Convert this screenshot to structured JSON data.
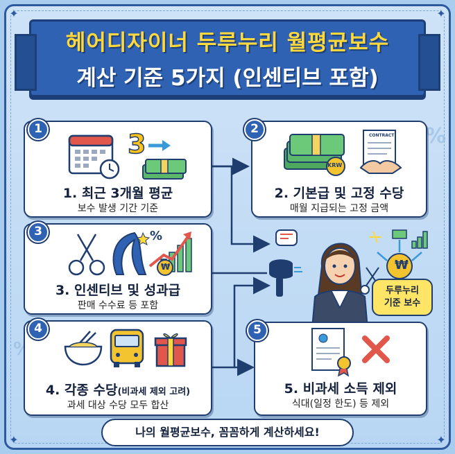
{
  "title": {
    "line1": "헤어디자이너 두루누리 월평균보수",
    "line2": "계산 기준 5가지 (인센티브 포함)"
  },
  "items": [
    {
      "number": "1",
      "title": "1. 최근 3개월 평균",
      "subtitle": "보수 발생 기간 기준"
    },
    {
      "number": "2",
      "title": "2. 기본급 및 고정 수당",
      "subtitle": "매월 지급되는 고정 금액"
    },
    {
      "number": "3",
      "title": "3. 인센티브 및 성과급",
      "subtitle": "판매 수수료 등 포함"
    },
    {
      "number": "4",
      "title": "4. 각종 수당",
      "title_note": "(비과세 제외 고려)",
      "subtitle": "과세 대상 수당 모두 합산"
    },
    {
      "number": "5",
      "title": "5. 비과세 소득 제외",
      "subtitle": "식대(일정 한도) 등 제외"
    }
  ],
  "illustration": {
    "icon_number": "3",
    "money_label": "KRW",
    "contract_label": "CONTRACT",
    "won_symbol": "₩",
    "percent_symbol": "%",
    "badge": {
      "line1": "두루누리",
      "line2": "기준 보수"
    }
  },
  "footer": "나의 월평균보수, 꼼꼼하게 계산하세요!",
  "colors": {
    "primary": "#2f62b3",
    "accent": "#ffd93b",
    "outline": "#1f3d6e",
    "background": "#b8d6f3"
  }
}
